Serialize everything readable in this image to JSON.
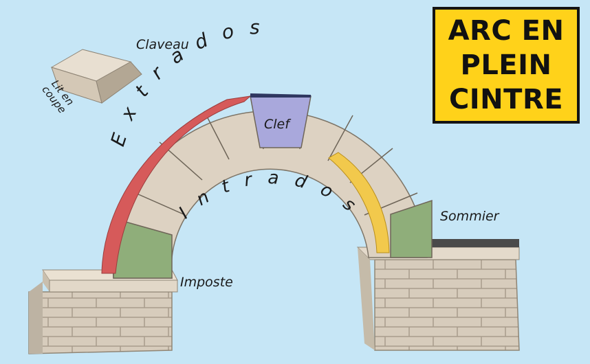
{
  "title_lines": [
    "ARC EN",
    "PLEIN",
    "CINTRE"
  ],
  "labels": {
    "claveau": "Claveau",
    "lit_en_coupe": [
      "Lit en",
      "coupe"
    ],
    "clef": "Clef",
    "sommier": "Sommier",
    "imposte": "Imposte",
    "extrados": "Extrados",
    "intrados": "Intrados"
  },
  "colors": {
    "sky": "#c6e6f6",
    "extrados_band": "#d65a5a",
    "intrados_band": "#f2c94c",
    "clef_stone": "#a9a8dc",
    "springer_stone": "#8fae7a",
    "stone": "#ddd2c2",
    "title_background": "#ffd21a"
  }
}
